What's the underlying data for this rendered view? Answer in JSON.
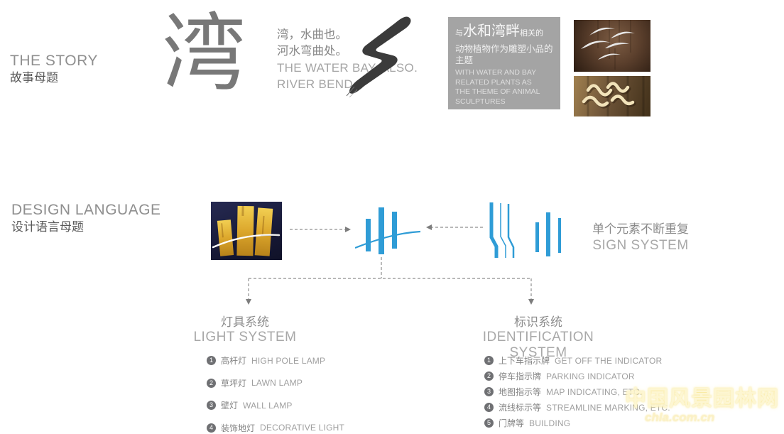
{
  "story": {
    "title_en": "THE STORY",
    "title_zh": "故事母题",
    "big_char": "湾",
    "definition_zh_1": "湾，水曲也。",
    "definition_zh_2": "河水弯曲处。",
    "definition_en_1": "THE WATER BAY, ALSO.",
    "definition_en_2": "RIVER BEND.",
    "theme_box": {
      "prefix": "与",
      "highlight": "水和湾畔",
      "suffix": "相关的",
      "line2": "动物植物作为雕塑小品的主题",
      "en_1": "WITH WATER AND BAY",
      "en_2": "RELATED PLANTS AS",
      "en_3": "THE THEME OF ANIMAL",
      "en_4": "SCULPTURES"
    }
  },
  "design_language": {
    "title_en": "DESIGN LANGUAGE",
    "title_zh": "设计语言母题",
    "sign_system_zh": "单个元素不断重复",
    "sign_system_en": "SIGN SYSTEM"
  },
  "light_system": {
    "title_zh": "灯具系统",
    "title_en": "LIGHT SYSTEM",
    "items": [
      {
        "num": "1",
        "zh": "高杆灯",
        "en": "HIGH POLE LAMP"
      },
      {
        "num": "2",
        "zh": "草坪灯",
        "en": "LAWN LAMP"
      },
      {
        "num": "3",
        "zh": "壁灯",
        "en": "WALL LAMP"
      },
      {
        "num": "4",
        "zh": "装饰地灯",
        "en": "DECORATIVE LIGHT"
      }
    ]
  },
  "identification_system": {
    "title_zh": "标识系统",
    "title_en": "IDENTIFICATION SYSTEM",
    "items": [
      {
        "num": "1",
        "zh": "上下车指示牌",
        "en": "GET OFF THE INDICATOR"
      },
      {
        "num": "2",
        "zh": "停车指示牌",
        "en": "PARKING INDICATOR"
      },
      {
        "num": "3",
        "zh": "地图指示等",
        "en": "MAP INDICATING, ETC."
      },
      {
        "num": "4",
        "zh": "流线标示等",
        "en": "STREAMLINE MARKING, ETC."
      },
      {
        "num": "5",
        "zh": "门牌等",
        "en": "BUILDING"
      }
    ]
  },
  "watermark": {
    "zh": "中国风景园林网",
    "url": "chla.com.cn"
  },
  "colors": {
    "accent_blue": "#2f9cd6",
    "box_gray": "#a4a4a4",
    "brush_dark": "#3b3b3b",
    "gray_text": "#8f8f8f"
  }
}
